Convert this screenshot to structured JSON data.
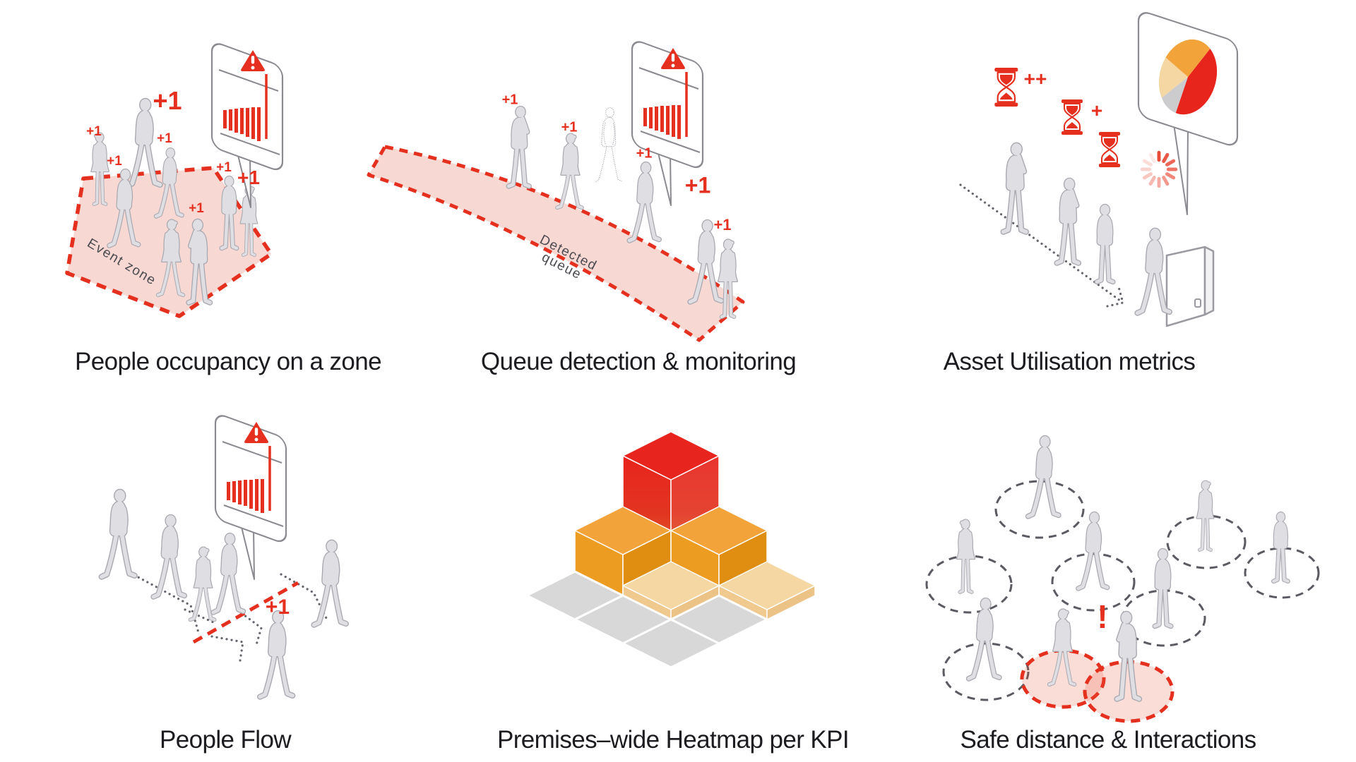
{
  "colors": {
    "accent": "#E5301F",
    "pink": "#F8D8D3",
    "orange": "#F2A43B",
    "tan": "#F5D7A3",
    "gray-tile": "#D8D8D9",
    "silhouette": "#DEDEE3",
    "silhouette-outline": "#A9A9B1",
    "text": "#1C1C20",
    "muted-label": "#4A4A50"
  },
  "labels": {
    "plus_one": "+1",
    "double_plus": "++",
    "plus": "+",
    "exclamation": "!"
  },
  "panels": {
    "occupancy": {
      "caption": "People occupancy on a zone",
      "zone_label": "Event zone"
    },
    "queue": {
      "caption": "Queue detection & monitoring",
      "label_line1": "Detected",
      "label_line2": "queue"
    },
    "asset": {
      "caption": "Asset Utilisation metrics"
    },
    "flow": {
      "caption": "People Flow"
    },
    "heatmap": {
      "caption": "Premises–wide Heatmap per KPI"
    },
    "distance": {
      "caption": "Safe distance & Interactions"
    }
  }
}
